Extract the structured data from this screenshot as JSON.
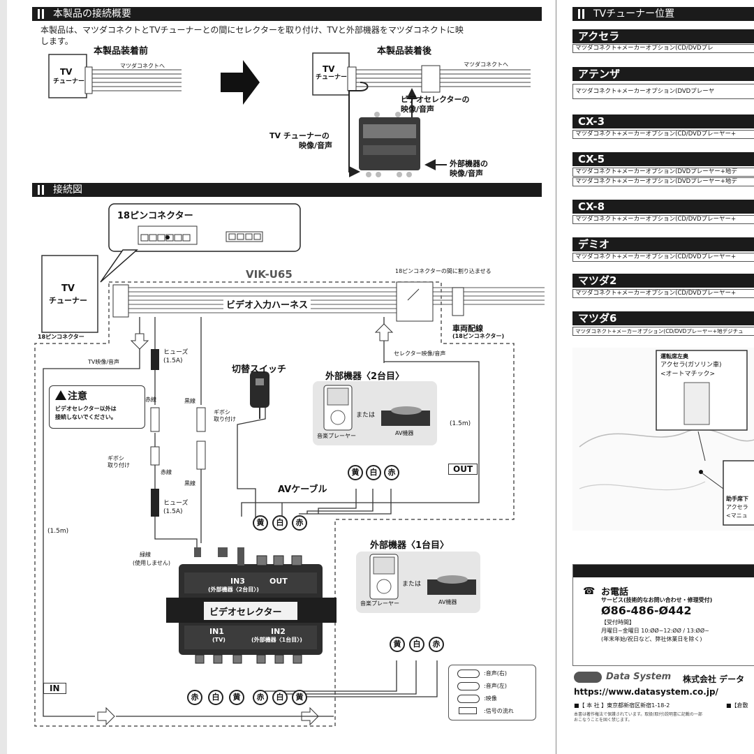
{
  "sections": {
    "overview_title": "本製品の接続概要",
    "overview_text_1": "本製品は、マツダコネクトとTVチューナーとの間にセレクターを取り付け、TVと外部機器をマツダコネクトに映",
    "overview_text_2": "します。",
    "wiring_title": "接続図",
    "tuner_pos_title": "TVチューナー位置"
  },
  "overview": {
    "before_label": "本製品装着前",
    "after_label": "本製品装着後",
    "tv": "TV",
    "tuner": "チューナー",
    "to_connect": "マツダコネクトへ",
    "vs_av_1": "ビデオセレクターの",
    "vs_av_2": "映像/音声",
    "tv_av_1": "TV チューナーの",
    "tv_av_2": "映像/音声",
    "ext_av_1": "外部機器の",
    "ext_av_2": "映像/音声"
  },
  "wiring": {
    "pin18_title": "18ピンコネクター",
    "model": "VIK-U65",
    "insert_note": "18ピンコネクターの間に割り込ませる",
    "harness": "ビデオ入力ハーネス",
    "tv": "TV",
    "tuner": "チューナー",
    "pin18_small": "18ピンコネクター",
    "vehicle_wiring": "車両配線",
    "vehicle_wiring_sub": "(18ピンコネクター)",
    "tv_av": "TV映像/音声",
    "selector_av": "セレクター映像/音声",
    "fuse1": "ヒューズ",
    "fuse1_amp": "(1.5A)",
    "fuse2": "ヒューズ",
    "fuse2_amp": "(1.5A)",
    "switch": "切替スイッチ",
    "caution_title": "注意",
    "caution_1": "ビデオセレクター以外は",
    "caution_2": "接続しないでください。",
    "red_wire": "赤線",
    "red_wire2": "赤線",
    "black_wire": "黒線",
    "black_wire2": "黒線",
    "gibosi": "ギボシ",
    "gibosi_attach": "取り付け",
    "gibosi2": "ギボシ",
    "gibosi2_attach": "取り付け",
    "green_wire": "緑線",
    "green_unused": "(使用しません)",
    "ext2_title": "外部機器〈2台目〉",
    "ext1_title": "外部機器〈1台目〉",
    "or": "または",
    "or2": "または",
    "music": "音楽プレーヤー",
    "music2": "音楽プレーヤー",
    "av": "AV機器",
    "av2": "AV機器",
    "len_right": "(1.5m)",
    "len_left": "(1.5m)",
    "out_tag": "OUT",
    "in_tag": "IN",
    "av_cable": "AVケーブル",
    "in3": "IN3",
    "in3_sub": "(外部機器〈2台目〉)",
    "out": "OUT",
    "selector": "ビデオセレクター",
    "in1": "IN1",
    "in1_sub": "(TV)",
    "in2": "IN2",
    "in2_sub": "(外部機器〈1台目〉)",
    "yellow": "黄",
    "white": "白",
    "red": "赤"
  },
  "legend": {
    "r": ":音声(右)",
    "l": ":音声(左)",
    "v": ":映像",
    "flow": ":信号の流れ"
  },
  "cars": [
    {
      "name": "アクセラ",
      "lines": [
        "マツダコネクト+メーカーオプション(CD/DVDプレ"
      ]
    },
    {
      "name": "アテンザ",
      "lines": [
        "マツダコネクト+メーカーオプション(DVDプレーヤ"
      ]
    },
    {
      "name": "CX-3",
      "lines": [
        "マツダコネクト+メーカーオプション(CD/DVDプレーヤー+"
      ]
    },
    {
      "name": "CX-5",
      "lines": [
        "マツダコネクト+メーカーオプション(DVDプレーヤー+地デ",
        "マツダコネクト+メーカーオプション(DVDプレーヤー+地デ"
      ]
    },
    {
      "name": "CX-8",
      "lines": [
        "マツダコネクト+メーカーオプション(CD/DVDプレーヤー+"
      ]
    },
    {
      "name": "デミオ",
      "lines": [
        "マツダコネクト+メーカーオプション(CD/DVDプレーヤー+"
      ]
    },
    {
      "name": "マツダ2",
      "lines": [
        "マツダコネクト+メーカーオプション(CD/DVDプレーヤー+"
      ]
    },
    {
      "name": "マツダ6",
      "lines": [
        "マツダコネクト+メーカーオプション(CD/DVDプレーヤー+地デジチュ"
      ]
    }
  ],
  "photo": {
    "label_1": "運転席左奥",
    "label_2": "アクセラ(ガソリン車)",
    "label_3": "<オートマチック>",
    "label_4": "助手席下",
    "label_5": "アクセラ",
    "label_6": "<マニュ"
  },
  "contact": {
    "phone_title": "お電話",
    "service": "サービス(技術的なお問い合わせ・修理受付)",
    "number": "Ø86-486-Ø442",
    "hours_label": "【受付時間】",
    "hours": "月曜日~金曜日 10:ØØ~12:ØØ / 13:ØØ~",
    "holiday": "(年末年始/祝日など、弊社休業日を除く)",
    "company_logo": "Data System",
    "company": "株式会社 データ",
    "url": "https://www.datasystem.co.jp/",
    "hq": "■【 本 社 】東京都新宿区新宿1-18-2",
    "branch": "■【倉敷",
    "fine1": "本書は著作権法で保護されています。取扱(取付)説明書に記載の一部",
    "fine2": "おこなうことを固く禁じます。"
  }
}
